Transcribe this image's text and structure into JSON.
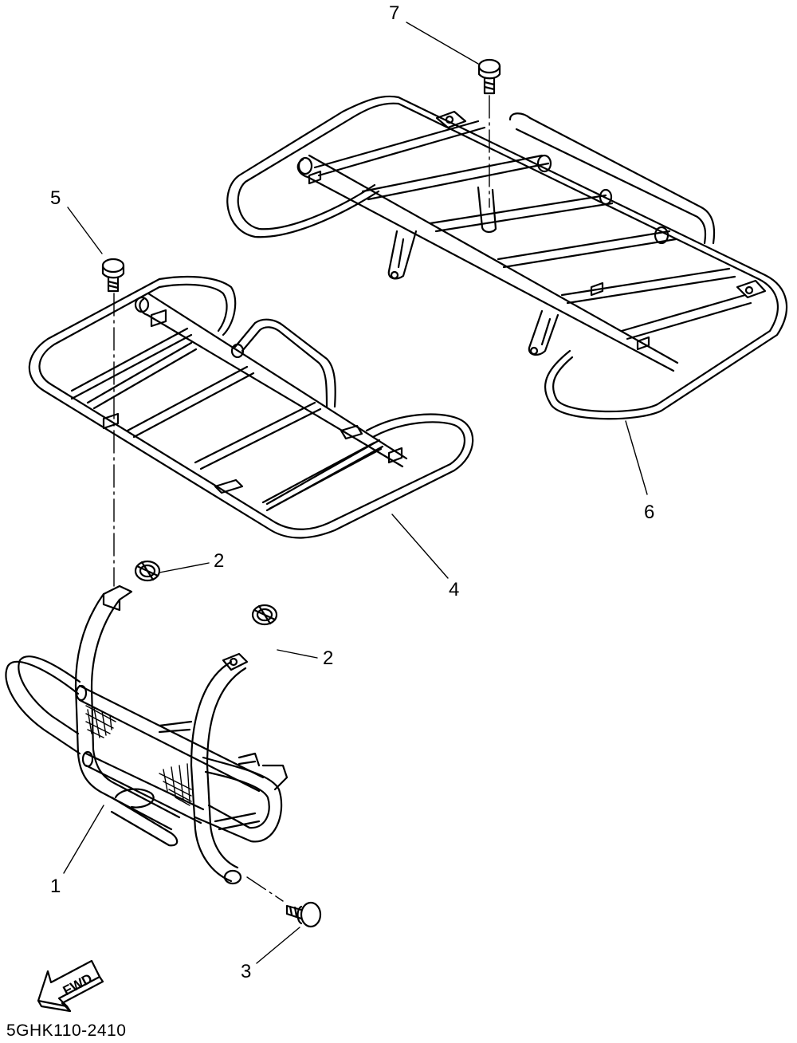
{
  "callouts": [
    {
      "id": "callout-1",
      "text": "1"
    },
    {
      "id": "callout-2a",
      "text": "2"
    },
    {
      "id": "callout-2b",
      "text": "2"
    },
    {
      "id": "callout-3",
      "text": "3"
    },
    {
      "id": "callout-4",
      "text": "4"
    },
    {
      "id": "callout-5",
      "text": "5"
    },
    {
      "id": "callout-6",
      "text": "6"
    },
    {
      "id": "callout-7",
      "text": "7"
    }
  ],
  "direction_arrow": {
    "text": "FWD"
  },
  "diagram_code": "5GHK110-2410",
  "colors": {
    "line": "#000000",
    "background": "#ffffff"
  }
}
